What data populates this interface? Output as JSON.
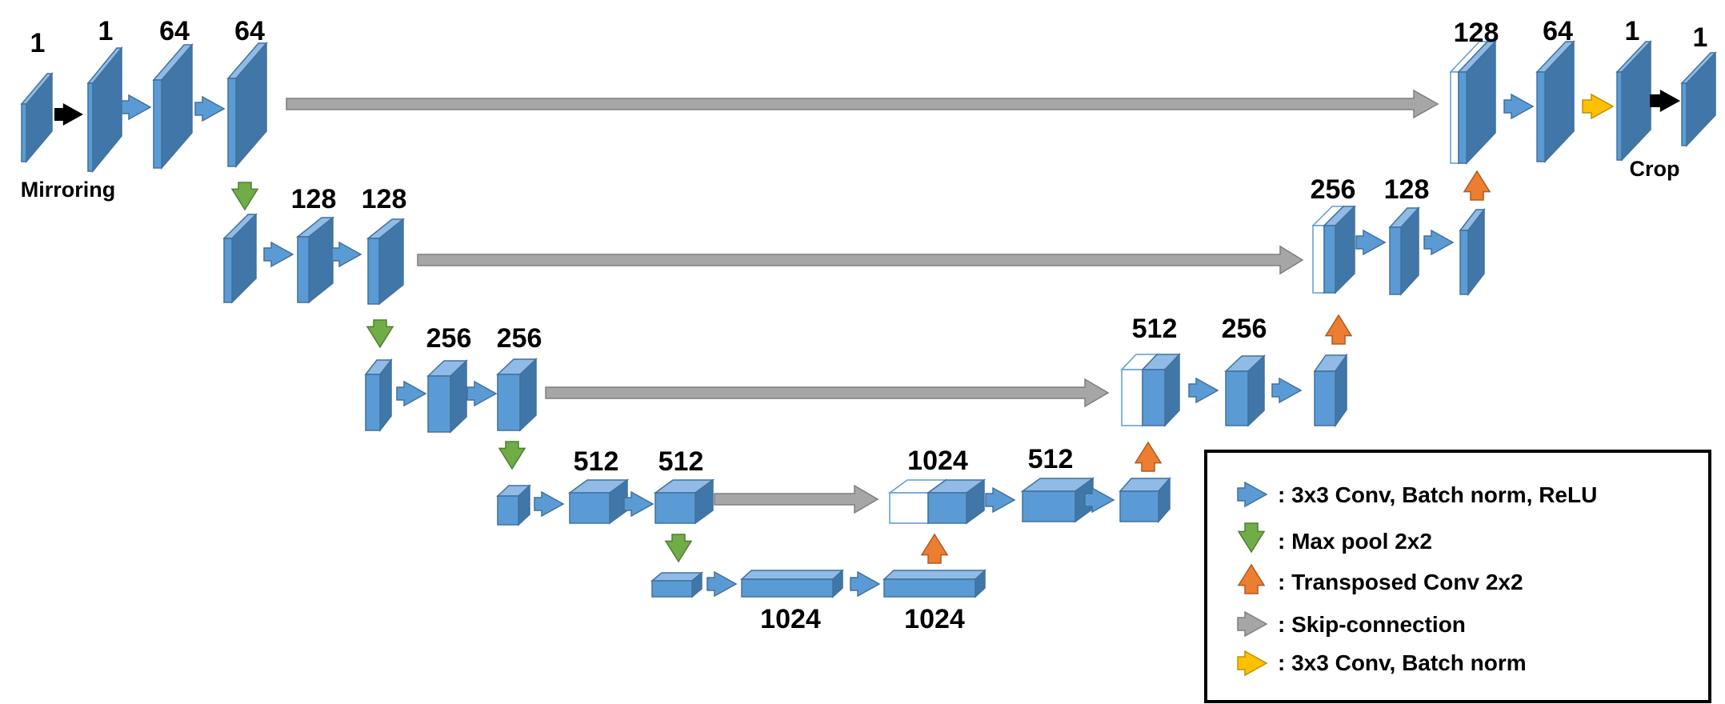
{
  "colors": {
    "block_front": "#5b9bd5",
    "block_top": "#8fbbe6",
    "block_side": "#4177a8",
    "conv_arrow": "#5b9bd5",
    "pool_arrow": "#70ad47",
    "up_arrow": "#ed7d31",
    "skip_arrow": "#a6a6a6",
    "final_arrow": "#ffc000",
    "io_arrow": "#000000"
  },
  "labels": {
    "in_channels": "1",
    "mirror_channels": "1",
    "l1_conv1": "64",
    "l1_conv2": "64",
    "l2_conv1": "128",
    "l2_conv2": "128",
    "l3_conv1": "256",
    "l3_conv2": "256",
    "l4_conv1": "512",
    "l4_conv2": "512",
    "bottom_conv1": "1024",
    "bottom_conv2": "1024",
    "d4_concat": "1024",
    "d4_conv": "512",
    "d3_concat": "512",
    "d3_conv": "256",
    "d2_concat": "256",
    "d2_conv": "128",
    "d1_concat": "128",
    "d1_conv": "64",
    "d1_out": "1",
    "crop_out": "1",
    "mirroring": "Mirroring",
    "crop": "Crop"
  },
  "legend": {
    "items": [
      {
        "icon": "conv-arrow-icon",
        "text": ": 3x3 Conv, Batch norm, ReLU"
      },
      {
        "icon": "maxpool-arrow-icon",
        "text": ": Max pool 2x2"
      },
      {
        "icon": "transposed-conv-arrow-icon",
        "text": ": Transposed Conv 2x2"
      },
      {
        "icon": "skip-connection-arrow-icon",
        "text": ": Skip-connection"
      },
      {
        "icon": "conv-batchnorm-arrow-icon",
        "text": ": 3x3 Conv, Batch norm"
      }
    ]
  }
}
